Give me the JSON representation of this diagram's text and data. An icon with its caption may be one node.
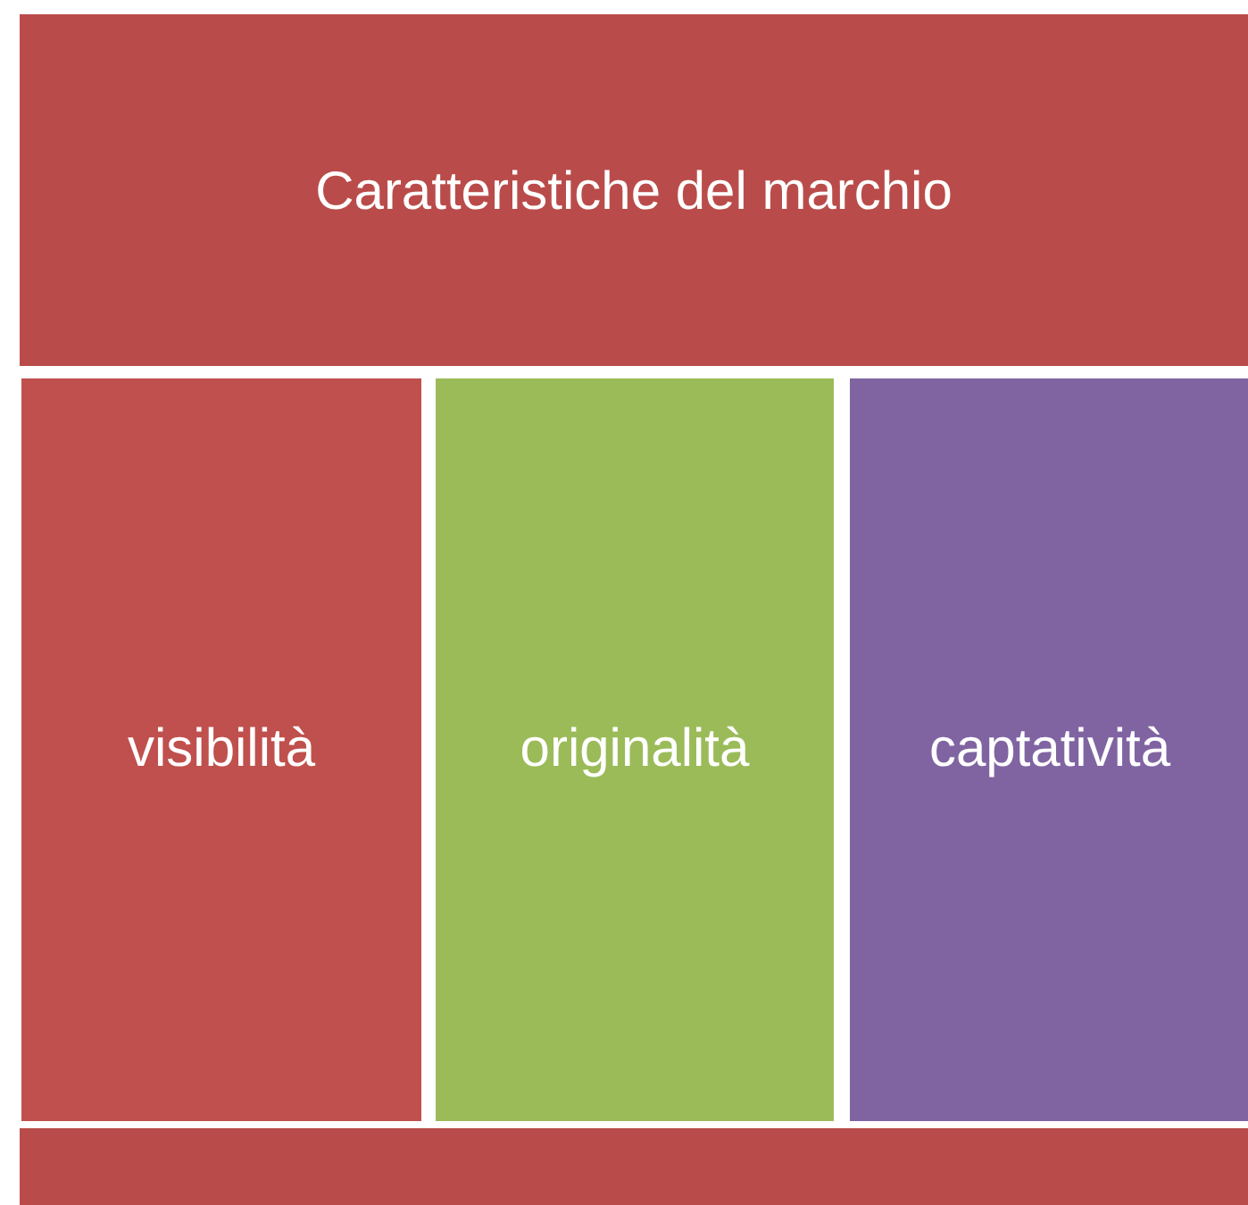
{
  "diagram": {
    "nodes": [
      {
        "text": [
          "Caratteristiche del marchio"
        ]
      },
      {
        "text": [
          "visibilità"
        ],
        "in": 0
      },
      {
        "text": [
          "originalità"
        ],
        "in": 0
      },
      {
        "text": [
          "captatività"
        ],
        "in": 0
      }
    ]
  }
}
